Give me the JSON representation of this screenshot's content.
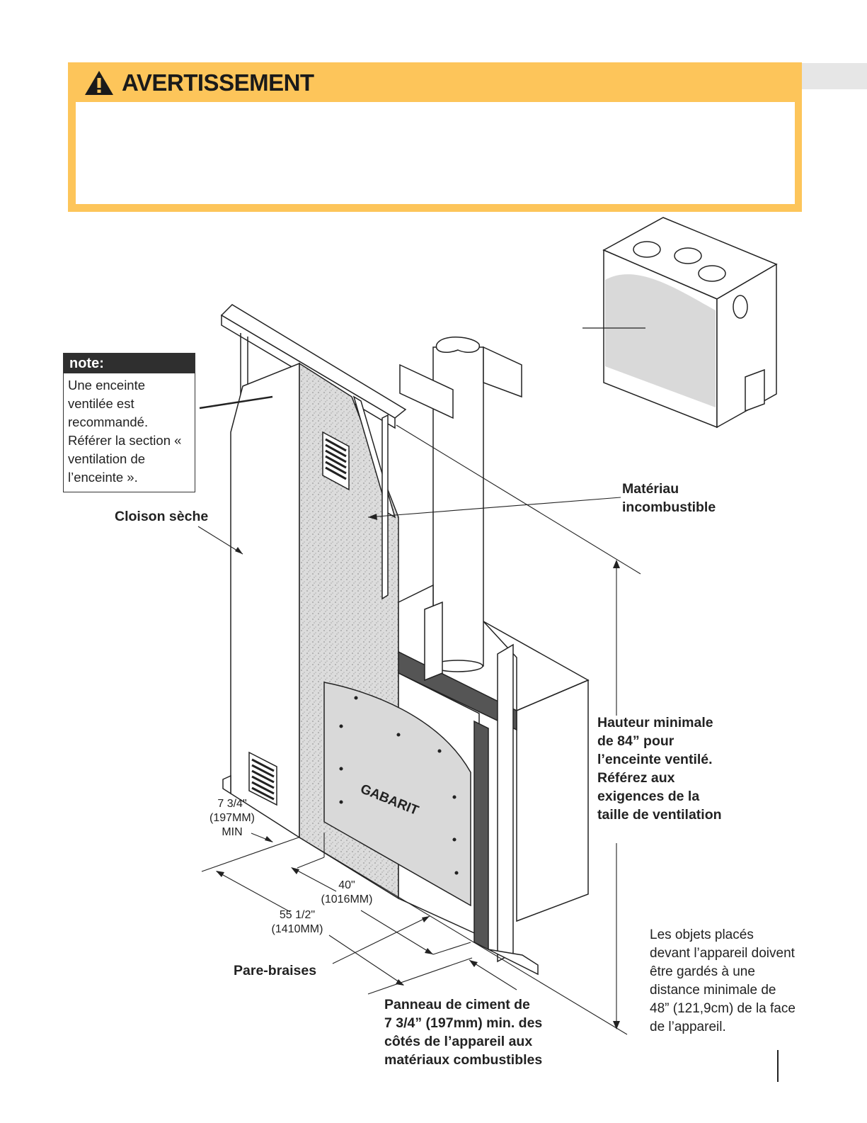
{
  "warning": {
    "title": "AVERTISSEMENT",
    "icon": "warning-triangle-icon",
    "box_color": "#fdc55a"
  },
  "note": {
    "heading": "note:",
    "text": "Une enceinte ventilée est recommandé. Référer la section « ventilation de l’enceinte »."
  },
  "labels": {
    "cloison": "Cloison sèche",
    "materiau_line1": "Matériau",
    "materiau_line2": "incombustible",
    "gabarit": "GABARIT",
    "hauteur": [
      "Hauteur minimale",
      "de 84” pour",
      "l’enceinte ventilé.",
      "Référez aux",
      "exigences de la",
      "taille de ventilation"
    ],
    "objets": [
      "Les objets placés",
      "devant l’appareil doivent",
      "être gardés à une",
      "distance minimale de",
      "48” (121,9cm) de la face",
      "de l’appareil."
    ],
    "pare_braises": "Pare-braises",
    "panneau": [
      "Panneau de ciment de",
      "7 3/4” (197mm) min. des",
      "côtés de l’appareil aux",
      "matériaux combustibles"
    ]
  },
  "dimensions": {
    "side_min": [
      "7 3/4\"",
      "(197MM)",
      "MIN"
    ],
    "width_40": [
      "40\"",
      "(1016MM)"
    ],
    "width_55": [
      "55 1/2\"",
      "(1410MM)"
    ]
  }
}
